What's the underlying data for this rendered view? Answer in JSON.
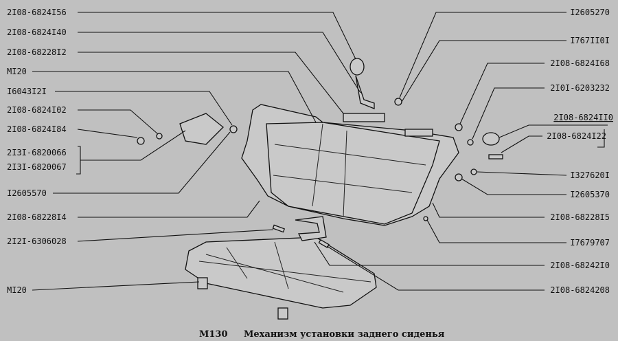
{
  "left_labels": [
    "2I08-6824I56",
    "2I08-6824I40",
    "2I08-68228I2",
    "MI20",
    "I6043I2I",
    "2I08-6824I02",
    "2I08-6824I84",
    "2I3I-6820066",
    "2I3I-6820067",
    "I2605570",
    "2I08-68228I4",
    "2I2I-6306028",
    "MI20"
  ],
  "right_labels": [
    "I2605270",
    "I767II0I",
    "2I08-6824I68",
    "2I0I-6203232",
    "2I08-6824II0",
    "2I08-6824I22",
    "I327620I",
    "I2605370",
    "2I08-68228I5",
    "I7679707",
    "2I08-68242I0",
    "2I08-6824208"
  ],
  "caption": {
    "code": "M130",
    "title": "Механизм установки заднего сиденья"
  }
}
